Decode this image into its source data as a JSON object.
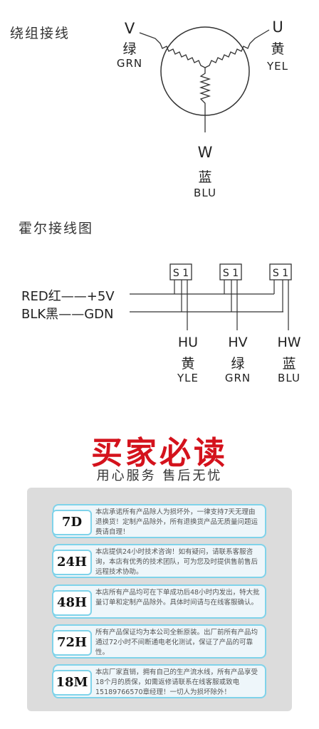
{
  "winding": {
    "title": "绕组接线",
    "phases": [
      {
        "letter": "V",
        "cn": "绿",
        "en": "GRN"
      },
      {
        "letter": "U",
        "cn": "黄",
        "en": "YEL"
      },
      {
        "letter": "W",
        "cn": "蓝",
        "en": "BLU"
      }
    ]
  },
  "hall": {
    "title": "霍尔接线图",
    "sensor_label": "S 1",
    "power_lines": [
      {
        "color_label": "RED红",
        "value": "+5V"
      },
      {
        "color_label": "BLK黑",
        "value": "GDN"
      }
    ],
    "outputs": [
      {
        "signal": "HU",
        "cn": "黄",
        "en": "YLE"
      },
      {
        "signal": "HV",
        "cn": "绿",
        "en": "GRN"
      },
      {
        "signal": "HW",
        "cn": "蓝",
        "en": "BLU"
      }
    ]
  },
  "must_read": {
    "title": "买家必读",
    "subtitle": "用心服务 售后无忧",
    "items": [
      {
        "badge": "7D",
        "text": "本店承诺所有产品除人为损坏外，一律支持7天无理由退换货！定制产品除外，所有退换货产品无质量问题运费请自理！"
      },
      {
        "badge": "24H",
        "text": "本店提供24小时技术咨询！如有疑问，请联系客服咨询，本店有优秀的技术团队，可为您及时提供售前售后远程技术协助。"
      },
      {
        "badge": "48H",
        "text": "本店所有产品均可在下单成功后48小时内发出，特大批量订单和定制产品除外。具体时间请与在线客服确认。"
      },
      {
        "badge": "72H",
        "text": "所有产品保证均为本公司全新原装。出厂前所有产品均通过72小时不间断通电老化测试，保证了产品的可靠性。"
      },
      {
        "badge": "18M",
        "text": "本店厂家直销，拥有自己的生产流水线，所有产品享受18个月的质保，如需返修请联系在线客服或致电15189766570章经理！一切人为损坏除外！"
      }
    ]
  },
  "colors": {
    "accent_red": "#d4121c",
    "card_border": "#7fd3ea",
    "panel_bg": "#dcdcdc"
  }
}
